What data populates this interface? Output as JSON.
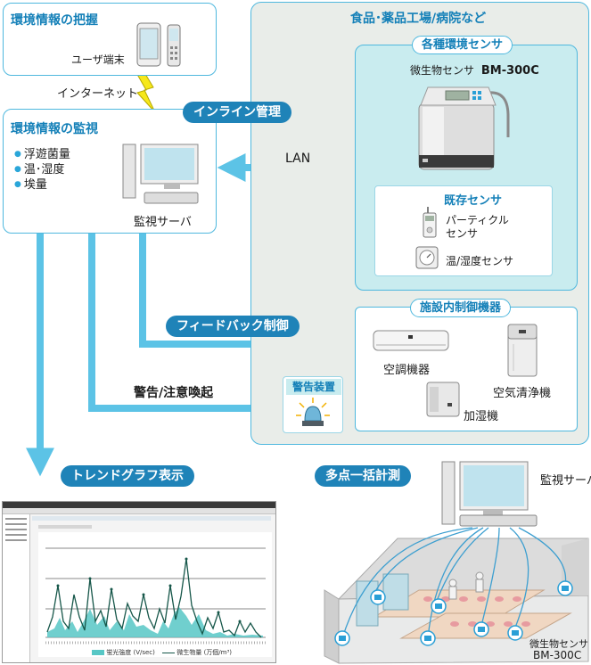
{
  "user_box": {
    "title": "環境情報の把握",
    "device_label": "ユーザ端末"
  },
  "internet_label": "インターネット",
  "monitor_box": {
    "title": "環境情報の監視",
    "items": [
      "浮遊菌量",
      "温･湿度",
      "埃量"
    ],
    "server_label": "監視サーバ"
  },
  "inline_label": "インライン管理",
  "lan_label": "LAN",
  "facility": {
    "title": "食品･薬品工場/病院など",
    "sensors_box": {
      "title": "各種環境センサ",
      "sensor_caption": "微生物センサ",
      "sensor_model": "BM-300C",
      "existing": {
        "title": "既存センサ",
        "particle": "パーティクル\nセンサ",
        "humidity": "温/湿度センサ"
      }
    },
    "control_box": {
      "title": "施設内制御機器",
      "aircon": "空調機器",
      "purifier": "空気清浄機",
      "humidifier": "加湿機"
    },
    "alarm_box": {
      "title": "警告装置"
    }
  },
  "feedback_label": "フィードバック制御",
  "warning_label": "警告/注意喚起",
  "trend_label": "トレンドグラフ表示",
  "multipoint_label": "多点一括計測",
  "bottom_server_label": "監視サーバ",
  "bottom_sensor_caption": "微生物センサ",
  "bottom_sensor_model": "BM-300C",
  "trend_legend": {
    "series1": "蛍光強度 (V/sec)",
    "series2": "微生物量 (万個/m³)"
  },
  "colors": {
    "accent": "#1f83b8",
    "arrow": "#5cc3e6",
    "facility_bg": "#e9ede9",
    "sensor_bg": "#c9ecef"
  }
}
